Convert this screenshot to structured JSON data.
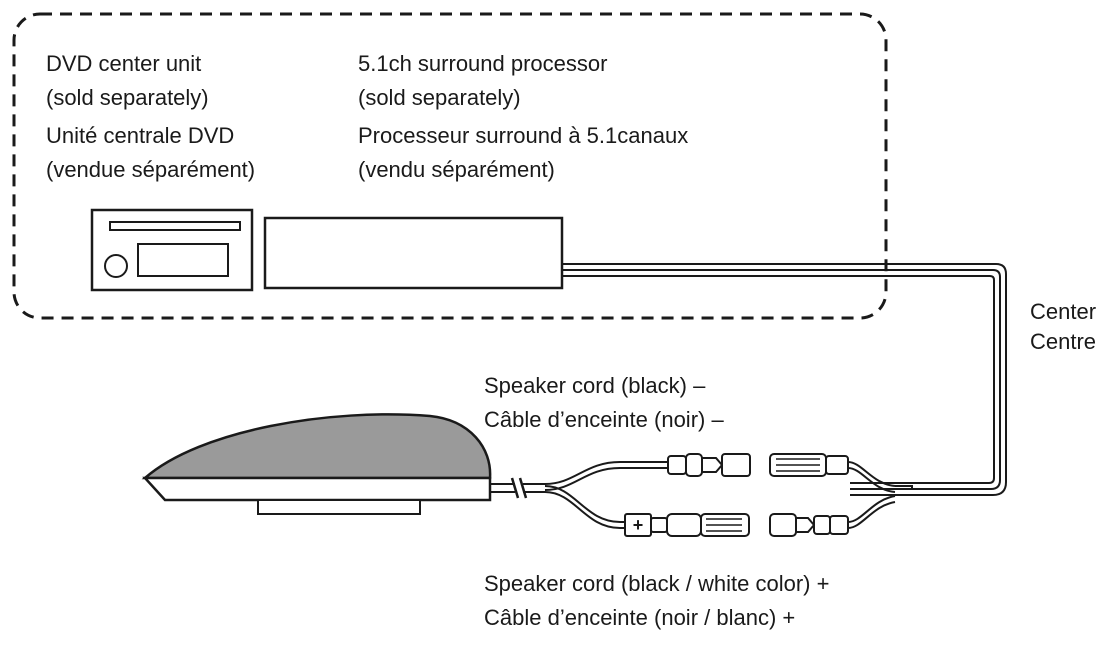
{
  "group": {
    "dvd": {
      "en_name": "DVD center unit",
      "en_note": "(sold separately)",
      "fr_name": "Unité centrale DVD",
      "fr_note": "(vendue séparément)"
    },
    "processor": {
      "en_name": "5.1ch surround processor",
      "en_note": "(sold separately)",
      "fr_name": "Processeur surround à 5.1canaux",
      "fr_note": "(vendu séparément)"
    }
  },
  "output": {
    "en": "Center",
    "fr": "Centre"
  },
  "cord_negative": {
    "en": "Speaker cord (black) –",
    "fr": "Câble d’enceinte (noir) –"
  },
  "cord_positive": {
    "en": "Speaker cord (black / white color) +",
    "fr": "Câble d’enceinte (noir / blanc) +"
  },
  "plus_mark": "+"
}
